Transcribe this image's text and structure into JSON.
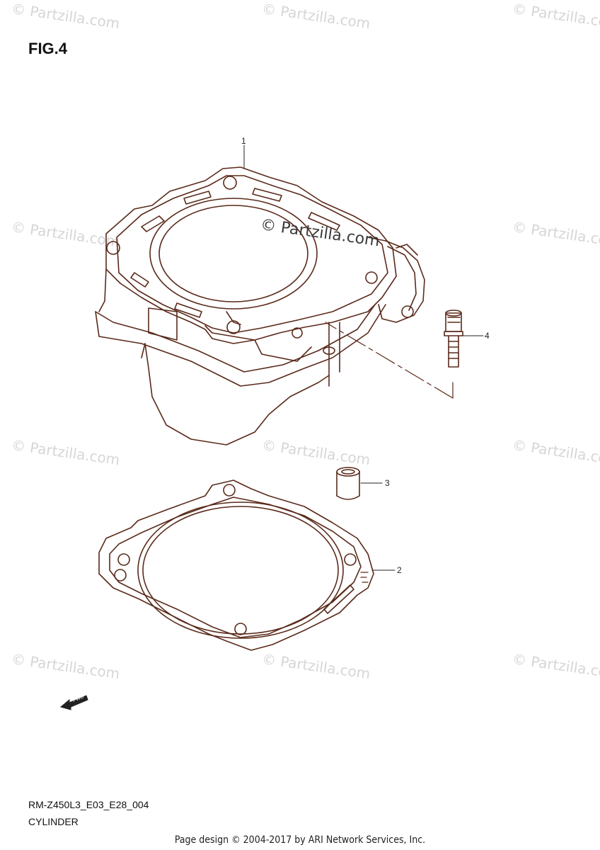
{
  "figure": {
    "title": "FIG.4"
  },
  "watermark": {
    "text": "© Partzilla.com"
  },
  "callouts": [
    {
      "number": "1",
      "part": "cylinder"
    },
    {
      "number": "2",
      "part": "gasket"
    },
    {
      "number": "3",
      "part": "dowel-pin"
    },
    {
      "number": "4",
      "part": "bolt"
    }
  ],
  "fwd_label": "FWD",
  "diagram_code": "RM-Z450L3_E03_E28_004",
  "caption": "CYLINDER",
  "footer": "Page design © 2004-2017 by ARI Network Services, Inc.",
  "colors": {
    "line": "#5a2a1a",
    "watermark": "#d6d6d6"
  }
}
